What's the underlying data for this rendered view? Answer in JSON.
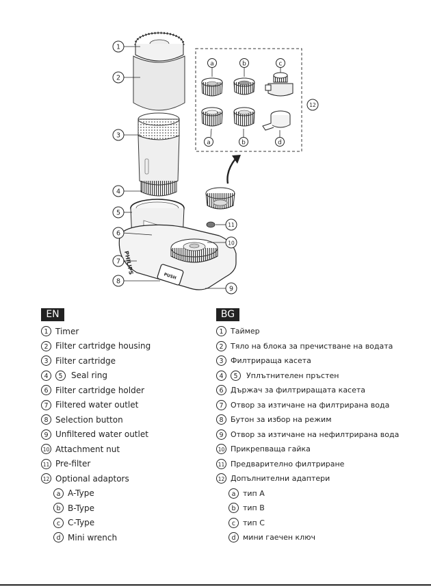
{
  "illustration": {
    "brand_mark": "PHILIPS",
    "push_label": "PUSH",
    "callouts": [
      "1",
      "2",
      "3",
      "4",
      "5",
      "6",
      "7",
      "8",
      "9",
      "10",
      "11",
      "12"
    ],
    "adaptor_letters": [
      "a",
      "b",
      "c",
      "a",
      "b",
      "d"
    ]
  },
  "en": {
    "lang": "EN",
    "items": [
      {
        "num": [
          "1"
        ],
        "text": "Timer"
      },
      {
        "num": [
          "2"
        ],
        "text": "Filter cartridge housing"
      },
      {
        "num": [
          "3"
        ],
        "text": "Filter cartridge"
      },
      {
        "num": [
          "4",
          "5"
        ],
        "text": "Seal ring"
      },
      {
        "num": [
          "6"
        ],
        "text": "Filter cartridge holder"
      },
      {
        "num": [
          "7"
        ],
        "text": "Filtered water outlet"
      },
      {
        "num": [
          "8"
        ],
        "text": "Selection button"
      },
      {
        "num": [
          "9"
        ],
        "text": "Unfiltered water outlet"
      },
      {
        "num": [
          "10"
        ],
        "text": "Attachment nut"
      },
      {
        "num": [
          "11"
        ],
        "text": "Pre-filter"
      },
      {
        "num": [
          "12"
        ],
        "text": "Optional adaptors"
      },
      {
        "num": [
          "a"
        ],
        "text": "A-Type",
        "sub": true
      },
      {
        "num": [
          "b"
        ],
        "text": "B-Type",
        "sub": true
      },
      {
        "num": [
          "c"
        ],
        "text": "C-Type",
        "sub": true
      },
      {
        "num": [
          "d"
        ],
        "text": "Mini wrench",
        "sub": true
      }
    ]
  },
  "bg": {
    "lang": "BG",
    "items": [
      {
        "num": [
          "1"
        ],
        "text": "Таймер"
      },
      {
        "num": [
          "2"
        ],
        "text": "Тяло на блока за пречистване на водата"
      },
      {
        "num": [
          "3"
        ],
        "text": "Филтрираща касета"
      },
      {
        "num": [
          "4",
          "5"
        ],
        "text": "Уплътнителен пръстен"
      },
      {
        "num": [
          "6"
        ],
        "text": "Държач за филтриращата касета"
      },
      {
        "num": [
          "7"
        ],
        "text": "Отвор за изтичане на филтрирана вода"
      },
      {
        "num": [
          "8"
        ],
        "text": "Бутон за избор на режим"
      },
      {
        "num": [
          "9"
        ],
        "text": "Отвор за изтичане на нефилтрирана вода"
      },
      {
        "num": [
          "10"
        ],
        "text": "Прикрепваща гайка"
      },
      {
        "num": [
          "11"
        ],
        "text": "Предварително филтриране"
      },
      {
        "num": [
          "12"
        ],
        "text": "Допълнителни адаптери"
      },
      {
        "num": [
          "a"
        ],
        "text": "тип A",
        "sub": true
      },
      {
        "num": [
          "b"
        ],
        "text": "тип B",
        "sub": true
      },
      {
        "num": [
          "c"
        ],
        "text": "тип C",
        "sub": true
      },
      {
        "num": [
          "d"
        ],
        "text": "мини гаечен ключ",
        "sub": true
      }
    ]
  }
}
